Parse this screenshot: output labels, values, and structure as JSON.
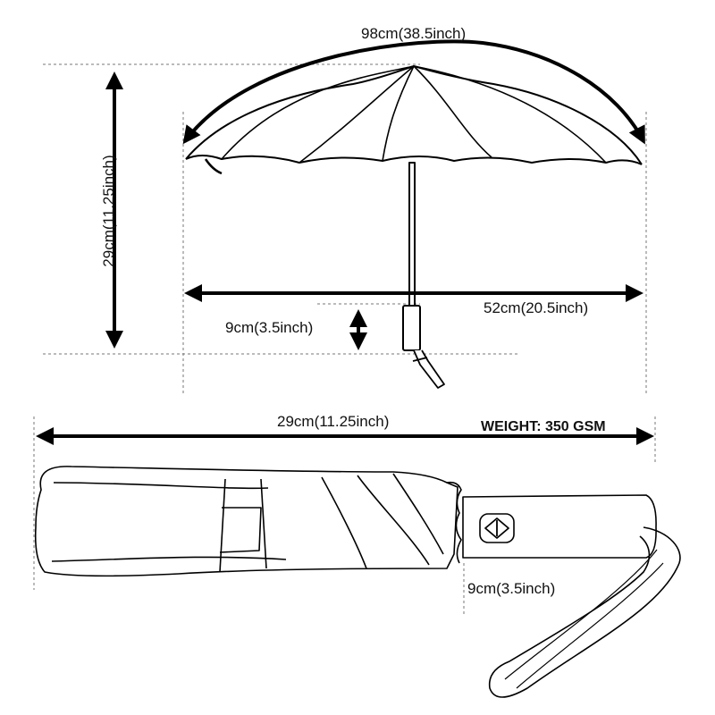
{
  "open_umbrella": {
    "arc_span_label": "98cm(38.5inch)",
    "height_label": "29cm(11.25inch)",
    "width_label": "52cm(20.5inch)",
    "handle_label": "9cm(3.5inch)"
  },
  "folded_umbrella": {
    "length_label": "29cm(11.25inch)",
    "weight_label": "WEIGHT: 350 GSM",
    "handle_label": "9cm(3.5inch)"
  }
}
